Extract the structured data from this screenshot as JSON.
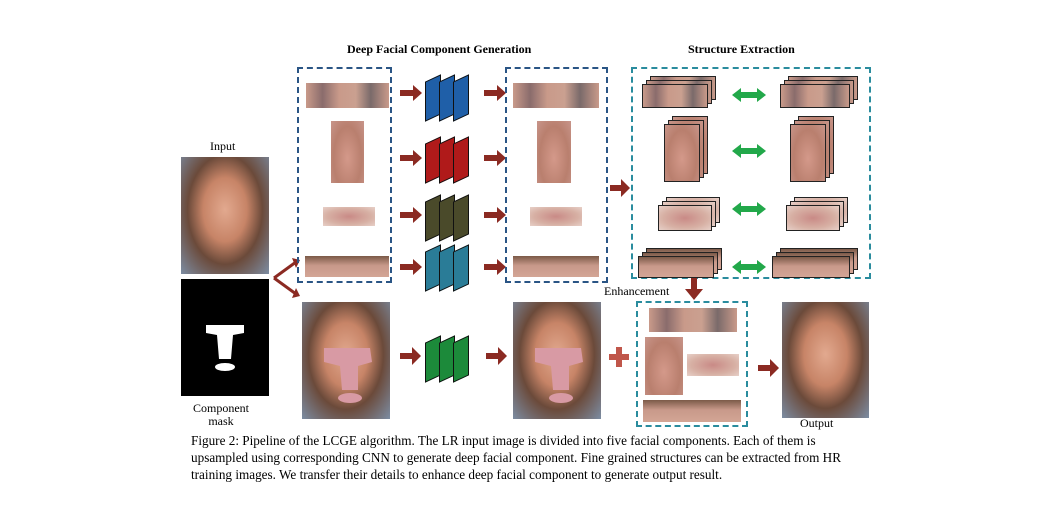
{
  "labels": {
    "input": "Input",
    "deep_gen": "Deep Facial Component Generation",
    "structure": "Structure Extraction",
    "enhancement": "Enhancement",
    "component_mask": "Component\nmask",
    "output": "Output"
  },
  "caption": "Figure 2: Pipeline of the LCGE algorithm. The LR input image is divided into five facial components. Each of them is upsampled using corresponding CNN to generate deep facial component. Fine grained structures can be extracted from HR training images. We transfer their details to enhance deep facial component to generate output result.",
  "colors": {
    "cnn_eyes": "#1f5fa8",
    "cnn_nose": "#b01a1a",
    "cnn_mouth": "#4a4a2a",
    "cnn_brow": "#2a7c97",
    "cnn_full": "#1c8a3a",
    "arrow_red": "#8b2a22",
    "arrow_green": "#22a84a",
    "box_blue": "#2a5585",
    "box_teal": "#2a8c9e"
  }
}
